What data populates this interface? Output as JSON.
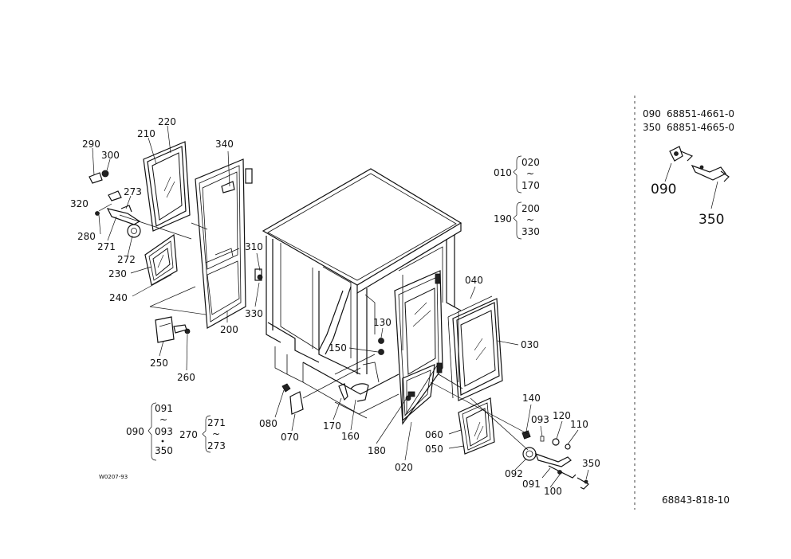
{
  "part_list": [
    {
      "ref": "090",
      "part_number": "68851-4661-0"
    },
    {
      "ref": "350",
      "part_number": "68851-4665-0"
    }
  ],
  "inset_labels": {
    "a": "090",
    "b": "350"
  },
  "diagram_code": "68843-818-10",
  "image_code": "W0207-93",
  "groups": {
    "g010": {
      "ref": "010",
      "from": "020",
      "sep": "~",
      "to": "170"
    },
    "g190": {
      "ref": "190",
      "from": "200",
      "sep": "~",
      "to": "330"
    },
    "g090": {
      "ref": "090",
      "items": [
        "091",
        "~",
        "093",
        "350"
      ]
    },
    "g270": {
      "ref": "270",
      "from": "271",
      "sep": "~",
      "to": "273"
    }
  },
  "callouts": {
    "p220": "220",
    "p210": "210",
    "p290": "290",
    "p300": "300",
    "p273": "273",
    "p320": "320",
    "p280": "280",
    "p271": "271",
    "p272": "272",
    "p230": "230",
    "p240": "240",
    "p340": "340",
    "p310": "310",
    "p330": "330",
    "p200": "200",
    "p250": "250",
    "p260": "260",
    "p130": "130",
    "p150": "150",
    "p040": "040",
    "p030": "030",
    "p080": "080",
    "p070": "070",
    "p170": "170",
    "p160": "160",
    "p180": "180",
    "p020": "020",
    "p140": "140",
    "p093": "093",
    "p120": "120",
    "p110": "110",
    "p060": "060",
    "p050": "050",
    "p092": "092",
    "p091": "091",
    "p100": "100",
    "p350": "350"
  }
}
